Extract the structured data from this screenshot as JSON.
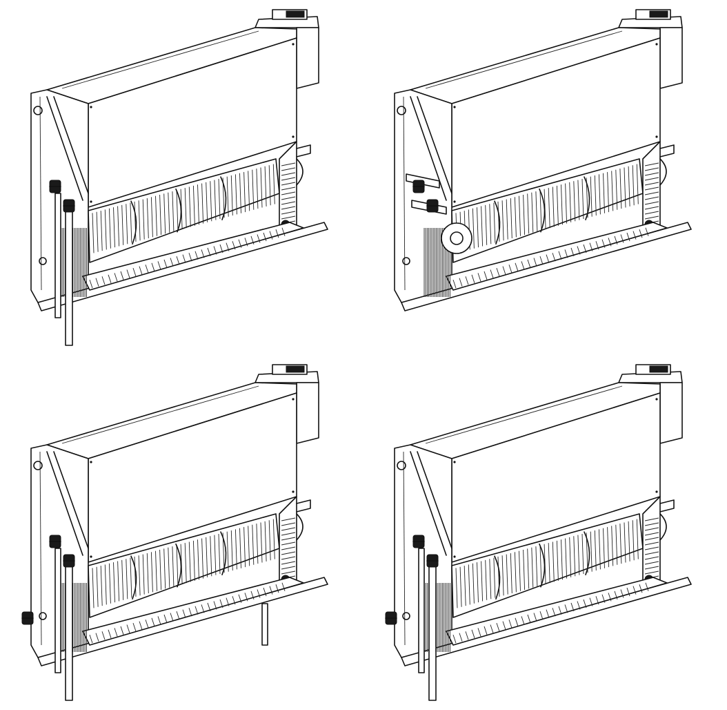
{
  "figure": {
    "views": [
      {
        "id": "view-1",
        "pipe_connection": "bottom",
        "valves": 2
      },
      {
        "id": "view-2",
        "pipe_connection": "side",
        "valves": 2,
        "pump": true
      },
      {
        "id": "view-3",
        "pipe_connection": "bottom-right",
        "valves": 3
      },
      {
        "id": "view-4",
        "pipe_connection": "bottom",
        "valves": 3
      }
    ],
    "colors": {
      "line": "#111111",
      "background": "#ffffff"
    }
  }
}
